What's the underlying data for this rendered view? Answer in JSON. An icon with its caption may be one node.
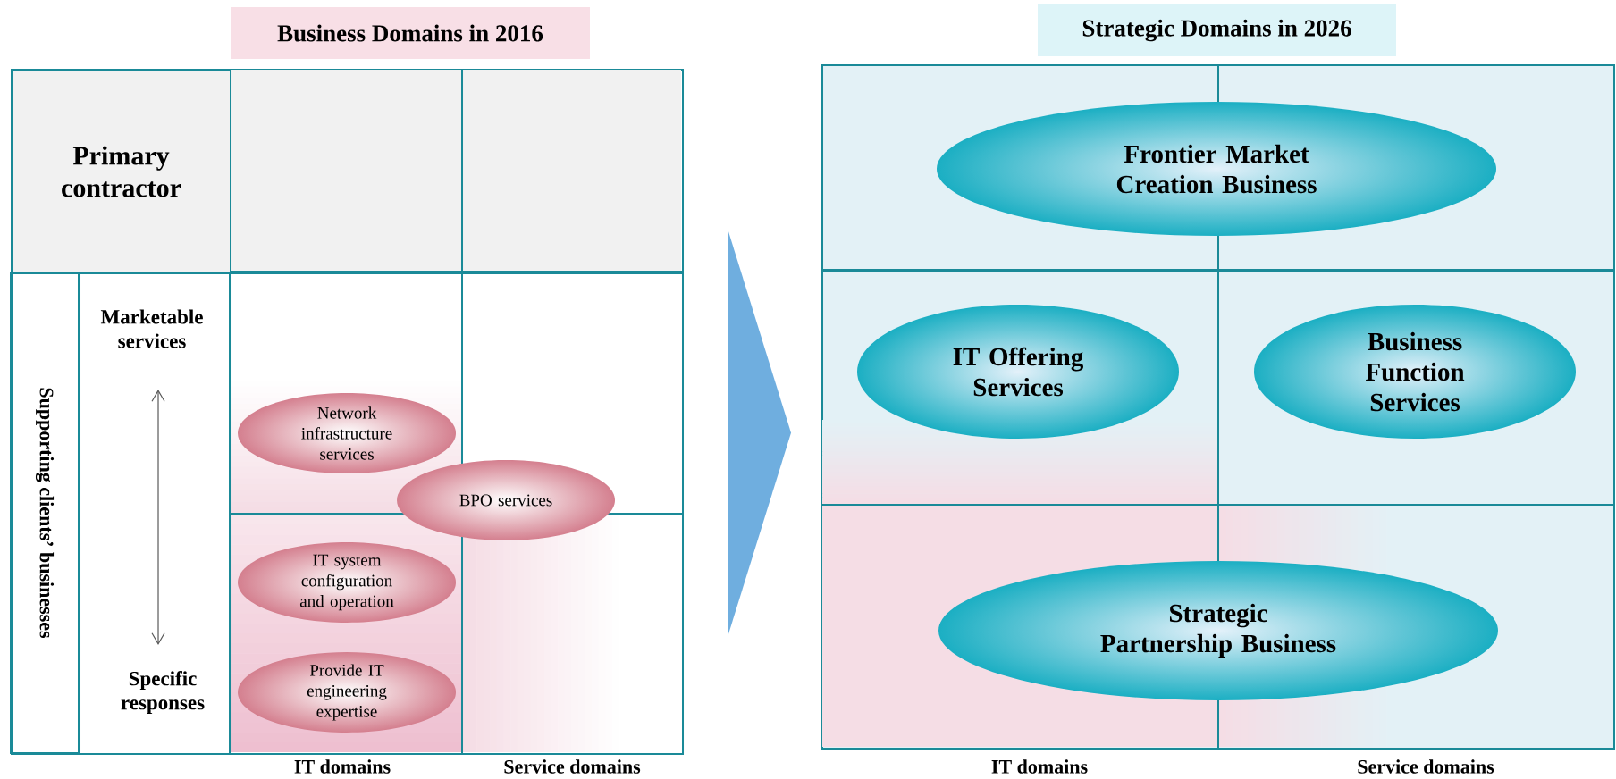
{
  "diagram": {
    "nodes": [
      {
        "text": [
          "Business Domains in 2016"
        ]
      },
      {
        "text": [
          "Primary contractor"
        ],
        "in": 0
      },
      {
        "text": [
          "Supporting clients’ businesses"
        ],
        "in": 0
      },
      {
        "text": [
          "Marketable services",
          "Specific responses"
        ],
        "in": 0
      },
      {
        "text": [
          "Network infrastructure services"
        ],
        "in": 0
      },
      {
        "text": [
          "BPO services"
        ],
        "in": 0
      },
      {
        "text": [
          "IT system configuration and operation"
        ],
        "in": 0
      },
      {
        "text": [
          "Provide IT engineering expertise"
        ],
        "in": 0
      },
      {
        "text": [
          "Strategic Domains in 2026"
        ]
      },
      {
        "text": [
          "Frontier Market Creation Business"
        ],
        "in": 8
      },
      {
        "text": [
          "IT Offering Services"
        ],
        "in": 8
      },
      {
        "text": [
          "Business Function Services"
        ],
        "in": 8
      },
      {
        "text": [
          "Strategic Partnership Business"
        ],
        "in": 8
      }
    ],
    "edges": [
      {
        "from": 0,
        "to": 8,
        "arrow": "to"
      }
    ],
    "labels": [
      "IT domains",
      "Service domains",
      "IT domains",
      "Service domains"
    ]
  }
}
